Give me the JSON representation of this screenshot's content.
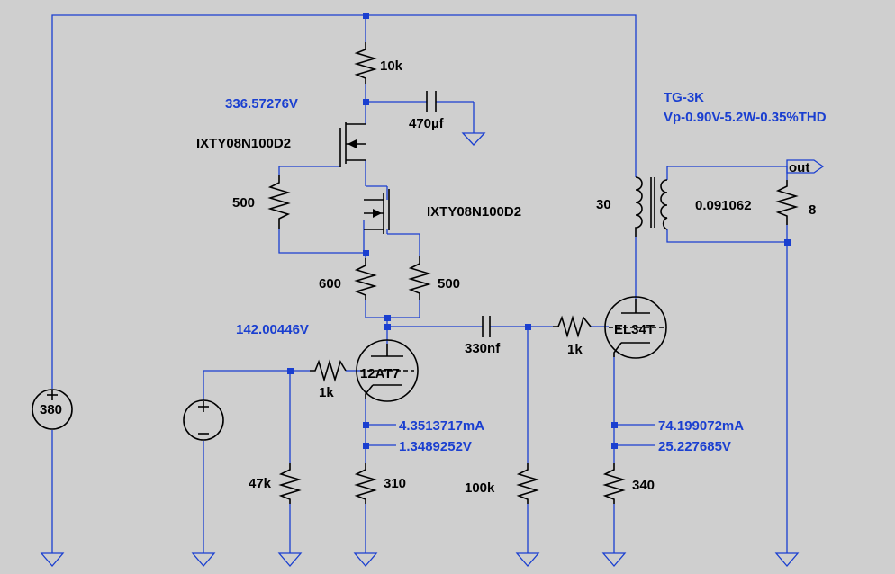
{
  "components": {
    "r_top": "10k",
    "cap_filter": "470µf",
    "mosfet_1": "IXTY08N100D2",
    "mosfet_2": "IXTY08N100D2",
    "r_gate1": "500",
    "r_ccs": "600",
    "r_gate2": "500",
    "cap_coupling": "330nf",
    "r_grid_stop_out": "1k",
    "r_grid_stop_in": "1k",
    "r_input": "47k",
    "r_cathode_drv": "310",
    "r_grid_leak": "100k",
    "r_cathode_out": "340",
    "transformer_primary": "30",
    "transformer_ratio": "0.091062",
    "r_load": "8",
    "supply": "380",
    "tube_driver": "12AT7",
    "tube_output": "EL34T",
    "output_port": "out"
  },
  "probes": {
    "node_filter": "336.57276V",
    "node_anode": "142.00446V",
    "drv_current": "4.3513717mA",
    "drv_cathode": "1.3489252V",
    "out_current": "74.199072mA",
    "out_cathode": "25.227685V"
  },
  "annotation": {
    "line1": "TG-3K",
    "line2": "Vp-0.90V-5.2W-0.35%THD"
  },
  "colors": {
    "background": "#cfcfcf",
    "wire": "#1a3fd0",
    "component": "#000000"
  }
}
